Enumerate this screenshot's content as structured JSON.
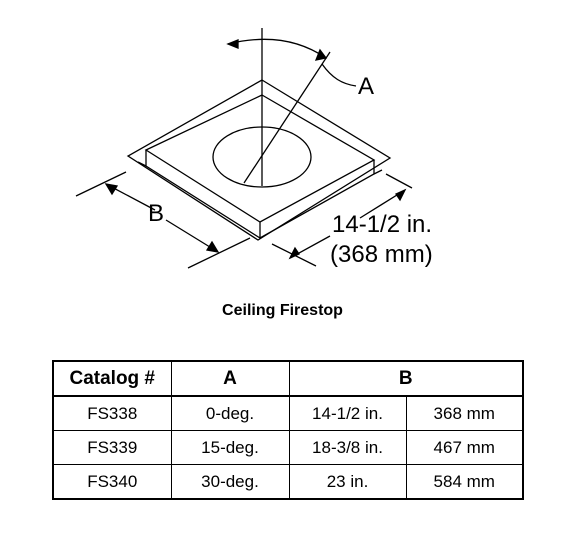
{
  "diagram": {
    "label_a": "A",
    "label_b": "B",
    "dim_imperial": "14-1/2 in.",
    "dim_metric": "(368 mm)"
  },
  "caption": "Ceiling Firestop",
  "table": {
    "headers": [
      "Catalog #",
      "A",
      "B"
    ],
    "rows": [
      [
        "FS338",
        "0-deg.",
        "14-1/2 in.",
        "368 mm"
      ],
      [
        "FS339",
        "15-deg.",
        "18-3/8 in.",
        "467 mm"
      ],
      [
        "FS340",
        "30-deg.",
        "23 in.",
        "584 mm"
      ]
    ]
  }
}
